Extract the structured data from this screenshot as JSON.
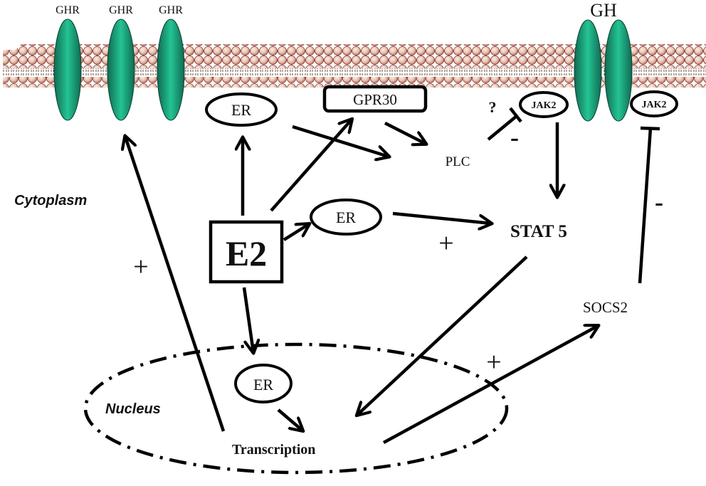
{
  "figure": {
    "membrane": {
      "receptor_labels": [
        "GHR",
        "GHR",
        "GHR"
      ],
      "ligand_label": "GH",
      "colors": {
        "receptor": "#1a8a6c",
        "receptor_highlight": "#22c596",
        "lipid_head": "#e8c9b8",
        "lipid_outline": "#9a3b3b"
      }
    },
    "compartments": {
      "cytoplasm": "Cytoplasm",
      "nucleus": "Nucleus"
    },
    "nodes": {
      "e2": "E2",
      "er_membrane": "ER",
      "gpr30": "GPR30",
      "plc": "PLC",
      "er_cytoplasm": "ER",
      "stat5": "STAT 5",
      "jak2_left": "JAK2",
      "jak2_right": "JAK2",
      "socs2": "SOCS2",
      "er_nucleus": "ER",
      "transcription": "Transcription"
    },
    "annotations": {
      "question": "?",
      "minus_jak2": "-",
      "minus_socs2": "-",
      "plus_er_stat5": "+",
      "plus_ghr": "+",
      "plus_socs2": "+"
    },
    "edges": [
      {
        "from": "E2",
        "to": "ER (membrane)",
        "type": "activation"
      },
      {
        "from": "E2",
        "to": "GPR30",
        "type": "activation"
      },
      {
        "from": "E2",
        "to": "ER (cytoplasm)",
        "type": "activation"
      },
      {
        "from": "E2",
        "to": "ER (nucleus)",
        "type": "activation"
      },
      {
        "from": "ER (membrane)",
        "to": "PLC",
        "type": "activation"
      },
      {
        "from": "GPR30",
        "to": "PLC",
        "type": "activation"
      },
      {
        "from": "PLC",
        "to": "JAK2",
        "type": "inhibition",
        "label": "-"
      },
      {
        "from": "JAK2",
        "to": "STAT 5",
        "type": "activation"
      },
      {
        "from": "ER (cytoplasm)",
        "to": "STAT 5",
        "type": "activation",
        "label": "+"
      },
      {
        "from": "STAT 5",
        "to": "Transcription",
        "type": "activation"
      },
      {
        "from": "ER (nucleus)",
        "to": "Transcription",
        "type": "activation"
      },
      {
        "from": "Transcription",
        "to": "SOCS2",
        "type": "activation",
        "label": "+"
      },
      {
        "from": "Transcription",
        "to": "GHR",
        "type": "activation",
        "label": "+"
      },
      {
        "from": "SOCS2",
        "to": "JAK2",
        "type": "inhibition",
        "label": "-"
      }
    ]
  }
}
